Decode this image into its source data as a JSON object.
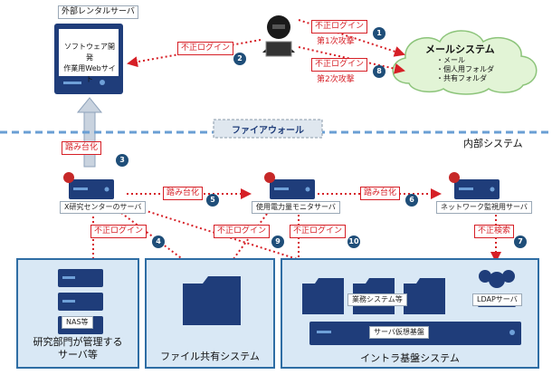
{
  "external": {
    "rental_server_label": "外部レンタルサーバ",
    "website_line1": "ソフトウェア開発",
    "website_line2": "作業用Webサイト"
  },
  "mail": {
    "title": "メールシステム",
    "items": [
      "・メール",
      "・個人用フォルダ",
      "・共有フォルダ"
    ]
  },
  "attacks": {
    "first_tag": "不正ログイン",
    "first_sub": "第1次攻撃",
    "second_tag": "不正ログイン",
    "second_sub": "第2次攻撃",
    "web_tag": "不正ログイン"
  },
  "firewall": {
    "label": "ファイアウォール"
  },
  "internal": {
    "label": "内部システム"
  },
  "servers": {
    "x_center": "X研究センターのサーバ",
    "power": "使用電力量モニタサーバ",
    "network": "ネットワーク監視用サーバ"
  },
  "steps": {
    "fumidai_up": "踏み台化",
    "fumidai_1": "踏み台化",
    "fumidai_2": "踏み台化",
    "login_4": "不正ログイン",
    "login_9": "不正ログイン",
    "login_10": "不正ログイン",
    "search_7": "不正検索"
  },
  "numbers": [
    "1",
    "2",
    "3",
    "4",
    "5",
    "6",
    "7",
    "8",
    "9",
    "10"
  ],
  "panels": {
    "research_line1": "研究部門が管理する",
    "research_line2": "サーバ等",
    "nas": "NAS等",
    "file_share": "ファイル共有システム",
    "infra": "イントラ基盤システム",
    "business": "業務システム等",
    "ldap": "LDAPサーバ",
    "virtual": "サーバ仮想基盤"
  },
  "colors": {
    "navy": "#1f3d7a",
    "red": "#d61f26",
    "panel_fill": "#d9e8f5",
    "panel_border": "#2e6da4",
    "cloud_fill": "#e2f4d6"
  }
}
